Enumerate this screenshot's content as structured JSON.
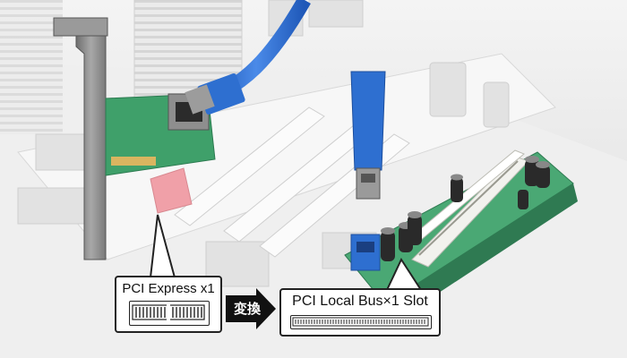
{
  "callouts": {
    "source_label": "PCI Express x1",
    "convert_label": "変換",
    "target_label": "PCI Local Bus×1 Slot"
  },
  "colors": {
    "usb_cable": "#2e6fd0",
    "pcie_slot": "#f0a0a8",
    "pci_slot": "#f2f2ee",
    "riser_board": "#3fa06a",
    "arrow": "#111111"
  }
}
